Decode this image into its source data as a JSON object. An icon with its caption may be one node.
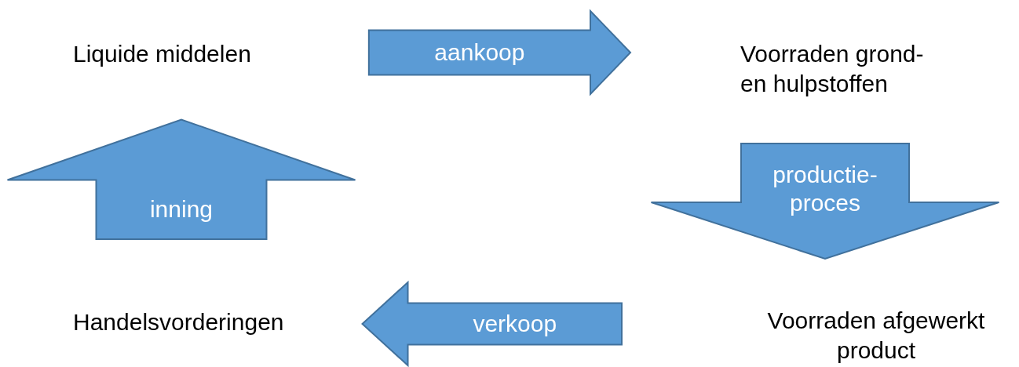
{
  "diagram": {
    "nodes": [
      {
        "text": [
          "Liquide middelen"
        ]
      },
      {
        "text": [
          "Voorraden grond- en hulpstoffen"
        ]
      },
      {
        "text": [
          "Voorraden afgewerkt product"
        ]
      },
      {
        "text": [
          "Handelsvorderingen"
        ]
      }
    ],
    "edges": [
      {
        "from": 0,
        "to": 1,
        "arrow": "to",
        "label": "aankoop",
        "style": "thick"
      },
      {
        "from": 1,
        "to": 2,
        "arrow": "to",
        "label": "productie- proces",
        "style": "thick"
      },
      {
        "from": 2,
        "to": 3,
        "arrow": "to",
        "label": "verkoop",
        "style": "thick"
      },
      {
        "from": 3,
        "to": 0,
        "arrow": "to",
        "label": "inning",
        "style": "thick"
      }
    ]
  }
}
